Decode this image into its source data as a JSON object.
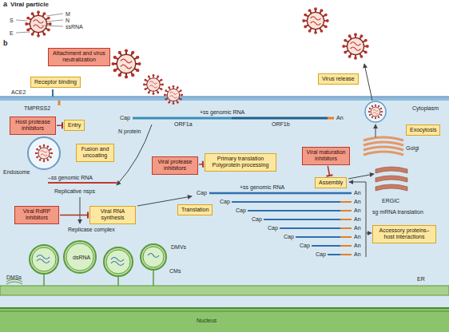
{
  "diagram": {
    "nodes": [
      {
        "text": [
          "Attachment and virus neutralization"
        ]
      },
      {
        "text": [
          "Receptor binding"
        ]
      },
      {
        "text": [
          "Virus release"
        ]
      },
      {
        "text": [
          "Host protease inhibitors"
        ]
      },
      {
        "text": [
          "Entry"
        ]
      },
      {
        "text": [
          "Exocytosis"
        ]
      },
      {
        "text": [
          "Fusion and uncoating"
        ]
      },
      {
        "text": [
          "Viral protease inhibitors"
        ]
      },
      {
        "text": [
          "Primary translation Polyprotein processing"
        ]
      },
      {
        "text": [
          "Viral maturation inhibitors"
        ]
      },
      {
        "text": [
          "Assembly"
        ]
      },
      {
        "text": [
          "Viral RdRP inhibitors"
        ]
      },
      {
        "text": [
          "Viral RNA synthesis"
        ]
      },
      {
        "text": [
          "Translation"
        ]
      },
      {
        "text": [
          "Accessory proteins–host interactions"
        ]
      }
    ],
    "edges": [
      {
        "from": 3,
        "to": 4,
        "arrow": "to"
      },
      {
        "from": 7,
        "to": 8,
        "arrow": "to"
      },
      {
        "from": 9,
        "to": 10,
        "arrow": "to"
      },
      {
        "from": 11,
        "to": 12,
        "arrow": "to"
      }
    ],
    "labels": [
      "a",
      "Viral particle",
      "S",
      "M",
      "N",
      "ssRNA",
      "E",
      "b",
      "ACE2",
      "TMPRSS2",
      "Endosome",
      "Cap",
      "ORF1a",
      "+ss genomic RNA",
      "ORF1b",
      "An",
      "N protein",
      "–ss genomic RNA",
      "Replicative nsps",
      "Cap",
      "+ss genomic RNA",
      "An",
      "Cap",
      "Cap",
      "Cap",
      "Cap",
      "Cap",
      "Cap",
      "Cap",
      "An",
      "An",
      "An",
      "An",
      "An",
      "An",
      "An",
      "Replicase complex",
      "dsRNA",
      "DMVs",
      "CMs",
      "DMSs",
      "Cytoplasm",
      "Golgi",
      "ERGIC",
      "sg mRNA translation",
      "ER",
      "Nucleus"
    ]
  }
}
